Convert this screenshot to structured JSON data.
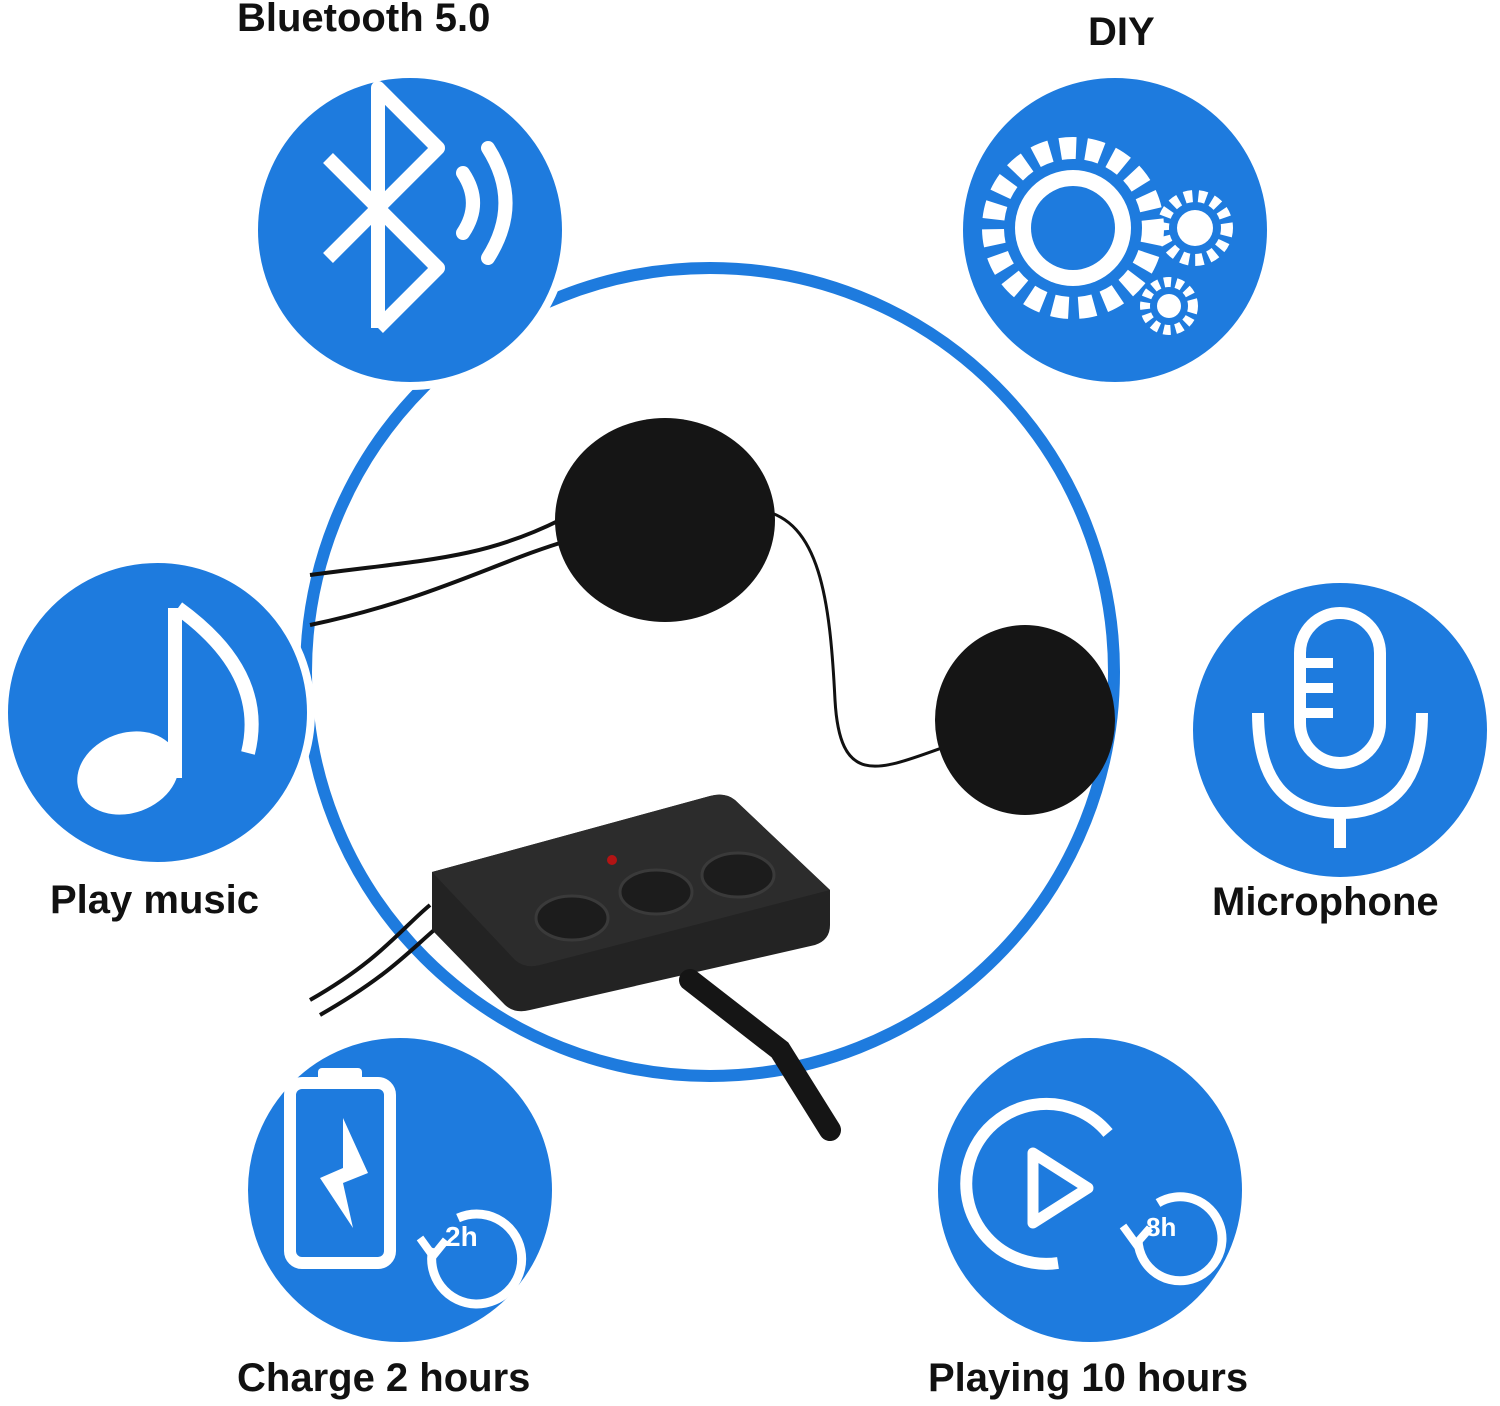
{
  "colors": {
    "accent": "#1e7bde",
    "icon": "#ffffff",
    "text": "#111111",
    "led": "#b31414"
  },
  "features": [
    {
      "id": "bluetooth",
      "label": "Bluetooth 5.0",
      "icon": "bluetooth-icon"
    },
    {
      "id": "diy",
      "label": "DIY",
      "icon": "gears-icon"
    },
    {
      "id": "music",
      "label": "Play music",
      "icon": "music-note-icon"
    },
    {
      "id": "microphone",
      "label": "Microphone",
      "icon": "microphone-icon"
    },
    {
      "id": "charge",
      "label": "Charge 2 hours",
      "icon": "battery-charging-icon",
      "badge": "2h"
    },
    {
      "id": "playing",
      "label": "Playing 10 hours",
      "icon": "play-icon",
      "badge": "8h"
    }
  ],
  "product": {
    "name": "Helmet headset with control box",
    "buttons": [
      "−",
      "⏻",
      "+"
    ]
  }
}
